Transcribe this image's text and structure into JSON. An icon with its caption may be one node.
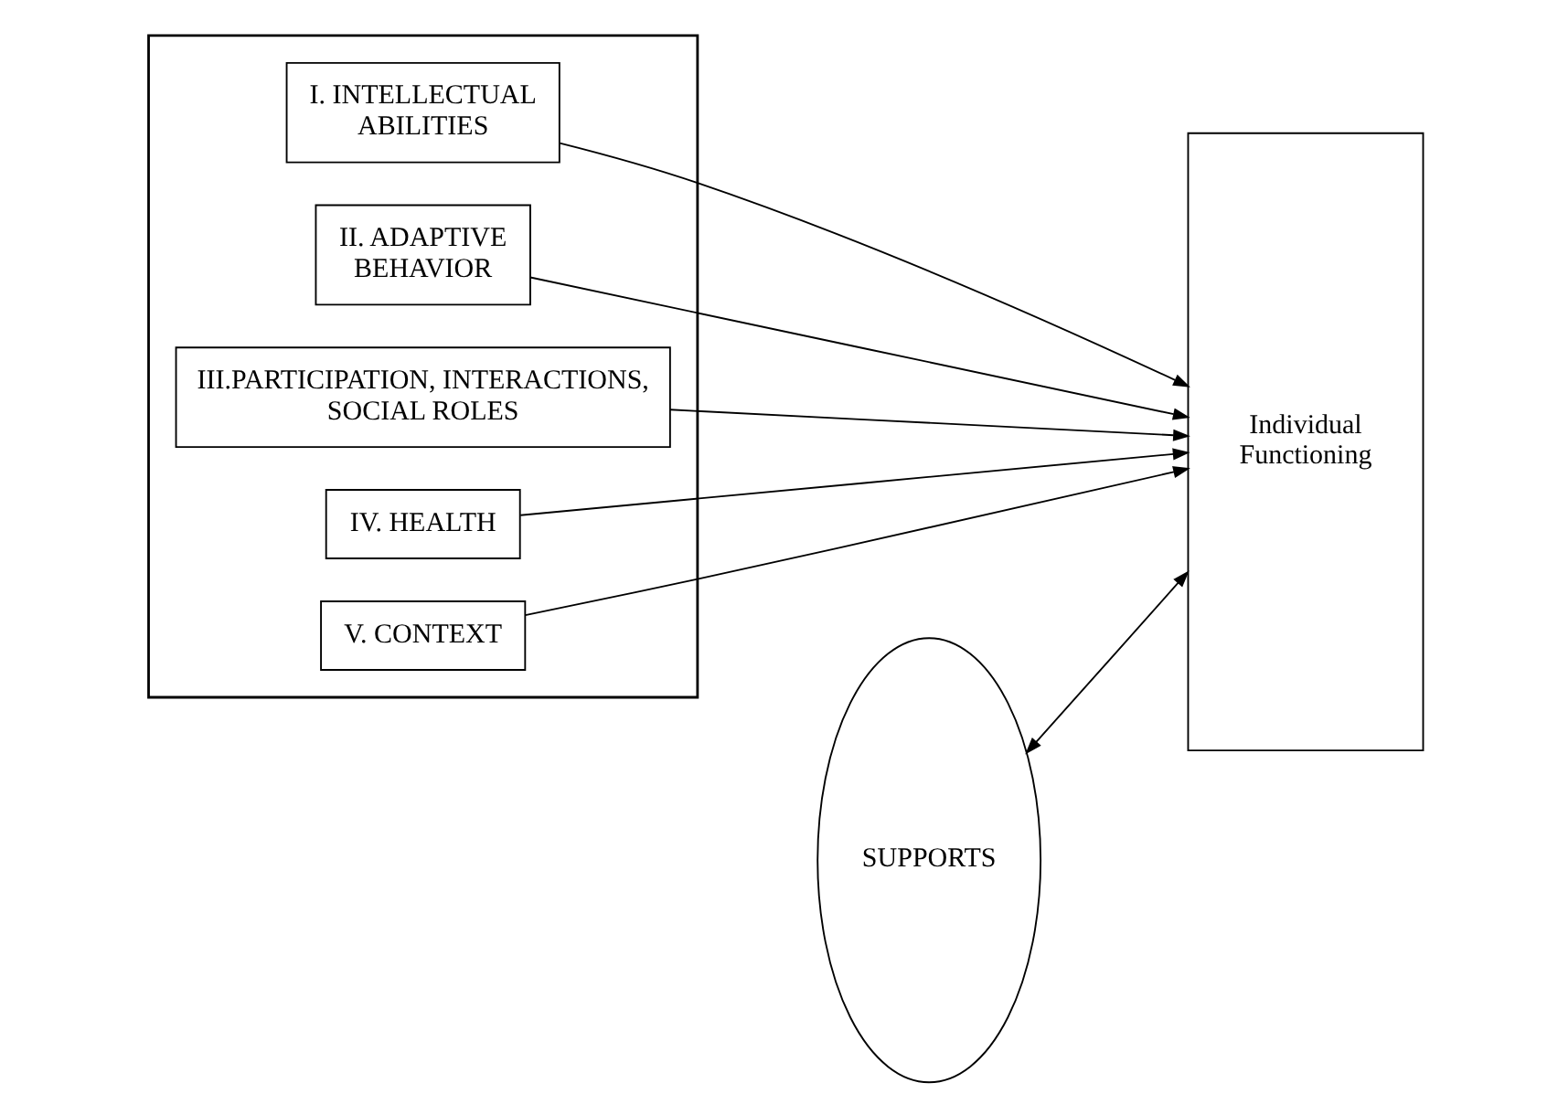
{
  "diagram": {
    "nodes": [
      {
        "text": [],
        "shape": "box"
      },
      {
        "text": [
          "I. INTELLECTUAL ABILITIES"
        ],
        "in": 0
      },
      {
        "text": [
          "II. ADAPTIVE BEHAVIOR"
        ],
        "in": 0
      },
      {
        "text": [
          "III.PARTICIPATION, INTERACTIONS, SOCIAL ROLES"
        ],
        "in": 0
      },
      {
        "text": [
          "IV. HEALTH"
        ],
        "in": 0
      },
      {
        "text": [
          "V. CONTEXT"
        ],
        "in": 0
      },
      {
        "text": [
          "SUPPORTS"
        ]
      },
      {
        "text": [
          "Individual Functioning"
        ]
      }
    ],
    "edges": [
      {
        "from": 1,
        "to": 7,
        "arrow": "to"
      },
      {
        "from": 2,
        "to": 7,
        "arrow": "to"
      },
      {
        "from": 3,
        "to": 7,
        "arrow": "to"
      },
      {
        "from": 4,
        "to": 7,
        "arrow": "to"
      },
      {
        "from": 5,
        "to": 7,
        "arrow": "to"
      },
      {
        "from": 6,
        "to": 7,
        "arrow": "both"
      }
    ]
  }
}
